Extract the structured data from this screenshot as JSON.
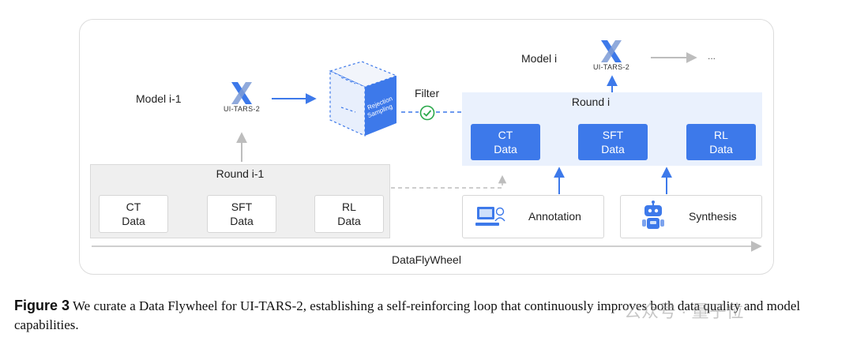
{
  "diagram": {
    "model_prev_label": "Model i-1",
    "model_next_label": "Model i",
    "logo_text_prev": "UI-TARS-2",
    "logo_text_next": "UI-TARS-2",
    "continuation": "...",
    "rejection_text_line1": "Rejection",
    "rejection_text_line2": "Sampling",
    "filter_label": "Filter",
    "round_prev": {
      "title": "Round i-1",
      "boxes": [
        {
          "line1": "CT",
          "line2": "Data"
        },
        {
          "line1": "SFT",
          "line2": "Data"
        },
        {
          "line1": "RL",
          "line2": "Data"
        }
      ]
    },
    "round_next": {
      "title": "Round i",
      "boxes": [
        {
          "line1": "CT",
          "line2": "Data"
        },
        {
          "line1": "SFT",
          "line2": "Data"
        },
        {
          "line1": "RL",
          "line2": "Data"
        }
      ]
    },
    "sources": {
      "annotation": "Annotation",
      "synthesis": "Synthesis"
    },
    "flywheel_label": "DataFlyWheel",
    "colors": {
      "accent": "#3d79ea",
      "accent_light": "#eaf1fd",
      "gray_arrow": "#bdbdbd",
      "check_green": "#2aa84a"
    }
  },
  "caption": {
    "figure_label": "Figure 3",
    "text": "We curate a Data Flywheel for UI-TARS-2, establishing a self-reinforcing loop that continuously improves both data quality and model capabilities."
  },
  "watermark": {
    "text": "公众号 · 量子位"
  }
}
